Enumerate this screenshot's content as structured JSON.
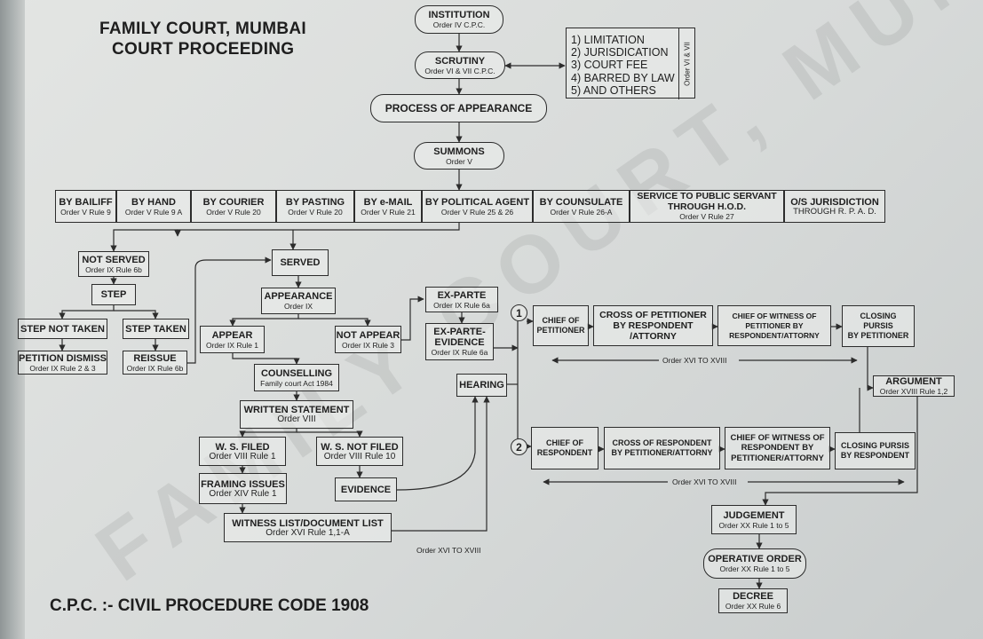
{
  "heading": {
    "line1": "FAMILY COURT, MUMBAI",
    "line2": "COURT PROCEEDING"
  },
  "watermark": "FAMILY COURT, MUMBAI",
  "footer": "C.P.C. :- CIVIL PROCEDURE CODE 1908",
  "nodes": {
    "institution": {
      "label": "INSTITUTION",
      "sub": "Order IV C.P.C."
    },
    "scrutiny": {
      "label": "SCRUTINY",
      "sub": "Order VI & VII C.P.C."
    },
    "scrutiny_points": {
      "items": [
        "1) LIMITATION",
        "2) JURISDICATION",
        "3) COURT FEE",
        "4) BARRED BY LAW",
        "5) AND OTHERS"
      ],
      "side": "Order VI & VII"
    },
    "process": {
      "label": "PROCESS OF APPEARANCE"
    },
    "summons": {
      "label": "SUMMONS",
      "sub": "Order V"
    },
    "modes": [
      {
        "label": "BY BAILIFF",
        "sub": "Order V Rule 9"
      },
      {
        "label": "BY HAND",
        "sub": "Order V Rule 9 A"
      },
      {
        "label": "BY COURIER",
        "sub": "Order V Rule 20"
      },
      {
        "label": "BY PASTING",
        "sub": "Order V Rule 20"
      },
      {
        "label": "BY e-MAIL",
        "sub": "Order V Rule 21"
      },
      {
        "label": "BY POLITICAL AGENT",
        "sub": "Order V Rule 25 & 26"
      },
      {
        "label": "BY COUNSULATE",
        "sub": "Order V Rule 26-A"
      },
      {
        "label": "SERVICE TO PUBLIC SERVANT THROUGH H.O.D.",
        "sub": "Order V Rule 27"
      },
      {
        "label": "O/S JURISDICTION",
        "sub": "THROUGH R. P. A. D."
      }
    ],
    "not_served": {
      "label": "NOT SERVED",
      "sub": "Order IX Rule 6b"
    },
    "served": {
      "label": "SERVED"
    },
    "step": {
      "label": "STEP"
    },
    "step_not_taken": {
      "label": "STEP NOT TAKEN"
    },
    "step_taken": {
      "label": "STEP TAKEN"
    },
    "petition_dismiss": {
      "label": "PETITION DISMISS",
      "sub": "Order IX Rule 2 & 3"
    },
    "reissue": {
      "label": "REISSUE",
      "sub": "Order IX Rule 6b"
    },
    "appearance": {
      "label": "APPEARANCE",
      "sub": "Order IX"
    },
    "appear": {
      "label": "APPEAR",
      "sub": "Order IX Rule 1"
    },
    "not_appear": {
      "label": "NOT APPEAR",
      "sub": "Order IX Rule 3"
    },
    "ex_parte": {
      "label": "EX-PARTE",
      "sub": "Order IX Rule 6a"
    },
    "ex_parte_evidence": {
      "label": "EX-PARTE-\nEVIDENCE",
      "sub": "Order IX Rule 6a"
    },
    "hearing": {
      "label": "HEARING"
    },
    "counselling": {
      "label": "COUNSELLING",
      "sub": "Family court Act 1984"
    },
    "written_statement": {
      "label": "WRITTEN STATEMENT",
      "sub": "Order VIII"
    },
    "ws_filed": {
      "label": "W. S. FILED",
      "sub": "Order VIII Rule 1"
    },
    "ws_not_filed": {
      "label": "W. S. NOT FILED",
      "sub": "Order VIII Rule 10"
    },
    "framing_issues": {
      "label": "FRAMING ISSUES",
      "sub": "Order XIV Rule 1"
    },
    "evidence": {
      "label": "EVIDENCE"
    },
    "witness_list": {
      "label": "WITNESS LIST/DOCUMENT LIST",
      "sub": "Order XVI Rule 1,1-A"
    },
    "chief_petitioner": {
      "label": "CHIEF OF\nPETITIONER"
    },
    "cross_petitioner": {
      "label": "CROSS OF PETITIONER\nBY RESPONDENT\n/ATTORNY"
    },
    "chief_witness_petitioner": {
      "label": "CHIEF OF WITNESS OF\nPETITIONER BY\nRESPONDENT/ATTORNY"
    },
    "closing_petitioner": {
      "label": "CLOSING\nPURSIS\nBY PETITIONER"
    },
    "chief_respondent": {
      "label": "CHIEF OF\nRESPONDENT"
    },
    "cross_respondent": {
      "label": "CROSS OF RESPONDENT\nBY PETITIONER/ATTORNY"
    },
    "chief_witness_respondent": {
      "label": "CHIEF OF WITNESS OF\nRESPONDENT BY\nPETITIONER/ATTORNY"
    },
    "closing_respondent": {
      "label": "CLOSING PURSIS\nBY RESPONDENT"
    },
    "argument": {
      "label": "ARGUMENT",
      "sub": "Order XVIII Rule 1,2"
    },
    "judgement": {
      "label": "JUDGEMENT",
      "sub": "Order XX Rule 1 to 5"
    },
    "operative_order": {
      "label": "OPERATIVE ORDER",
      "sub": "Order XX Rule 1 to 5"
    },
    "decree": {
      "label": "DECREE",
      "sub": "Order XX Rule 6"
    }
  },
  "markers": {
    "one": "1",
    "two": "2"
  },
  "annotations": {
    "order_top": "Order XVI TO XVIII",
    "order_mid": "Order XVI TO XVIII",
    "order_bottom": "Order XVI TO XVIII"
  }
}
